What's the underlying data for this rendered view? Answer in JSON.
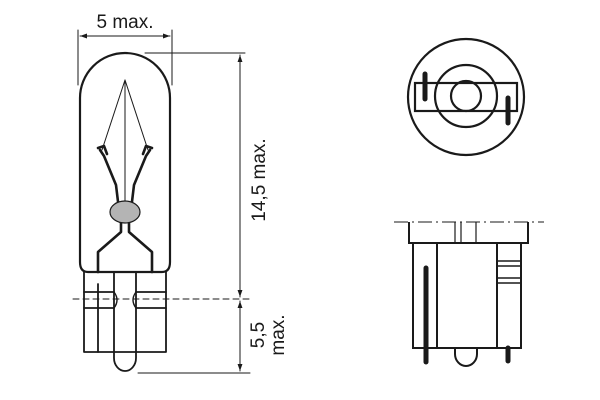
{
  "diagram": {
    "type": "technical-drawing",
    "subject": "wedge-base miniature bulb",
    "views": [
      {
        "name": "side-view",
        "description": "bulb profile with filament and wedge base"
      },
      {
        "name": "top-view",
        "description": "circular end view of base"
      },
      {
        "name": "base-detail-view",
        "description": "wedge base side detail"
      }
    ],
    "dimensions": {
      "width": {
        "label": "5 max."
      },
      "glass_height": {
        "label": "14,5 max."
      },
      "base_height": {
        "label_line1": "5,5",
        "label_line2": "max."
      }
    },
    "colors": {
      "line": "#1a1a1a",
      "filament_bead": "#b4b4b4",
      "background": "#ffffff"
    }
  }
}
